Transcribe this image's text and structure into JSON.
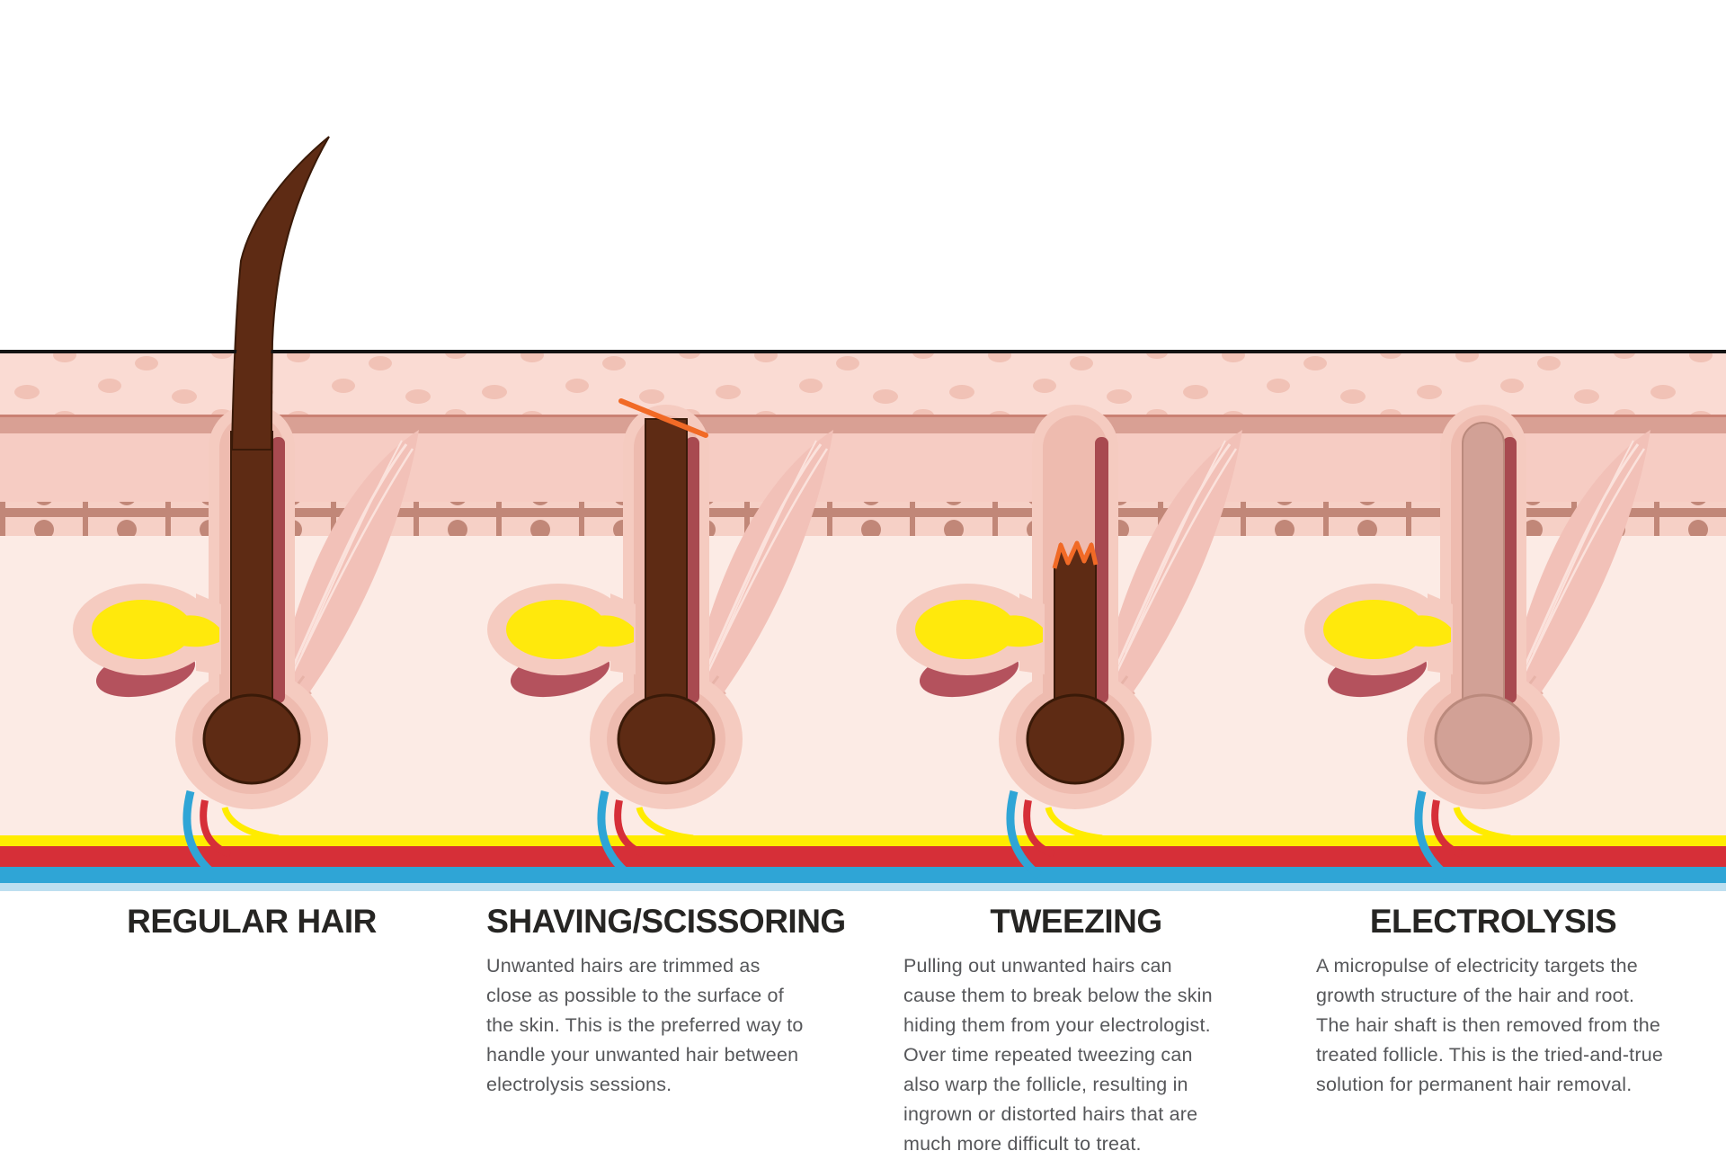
{
  "columns": [
    {
      "id": "regular",
      "heading": "REGULAR HAIR",
      "body": ""
    },
    {
      "id": "shaving",
      "heading": "SHAVING/SCISSORING",
      "body": "Unwanted hairs are trimmed as\nclose as possible to the surface of\nthe skin. This is the preferred way to\nhandle your unwanted hair between\nelectrolysis sessions."
    },
    {
      "id": "tweezing",
      "heading": "TWEEZING",
      "body": "Pulling out unwanted hairs can\ncause them to break below the skin\nhiding them from your electrologist.\nOver time repeated tweezing can\nalso warp the follicle, resulting in\ningrown or distorted hairs that are\nmuch more difficult to treat."
    },
    {
      "id": "electrolysis",
      "heading": "ELECTROLYSIS",
      "body": "A micropulse of electricity targets the\ngrowth structure of the hair and root.\nThe hair shaft is then removed from the\ntreated follicle. This is the tried-and-true\nsolution for permanent hair removal."
    }
  ],
  "palette": {
    "skin_surface_line": "#131313",
    "epidermis": "#fadbd3",
    "epidermis_dot": "#f1c2b6",
    "dermis_top_band": "#d9a094",
    "dermis": "#f6ccc3",
    "cell_fill": "#f6d0c6",
    "cell_border": "#c18778",
    "hypodermis": "#fcebe5",
    "vessel_yellow": "#ffec00",
    "vessel_red": "#d62f38",
    "vessel_blue": "#2fa5d6",
    "vessel_blue_pale": "#bddff0",
    "hair_brown": "#5e2b14",
    "hair_outline": "#3a1a08",
    "follicle_outer": "#f5cbc0",
    "follicle_inner": "#eebbaf",
    "follicle_lining": "#a84a50",
    "gland_yellow": "#ffe90c",
    "gland_shadow": "#b4525d",
    "treated_follicle_fill": "#d2a196",
    "muscle": "#f2c1b8",
    "muscle_streak": "#fbe2dc",
    "cut_mark_orange": "#f16a26",
    "heading_text": "#262523",
    "body_text": "#56575a"
  }
}
